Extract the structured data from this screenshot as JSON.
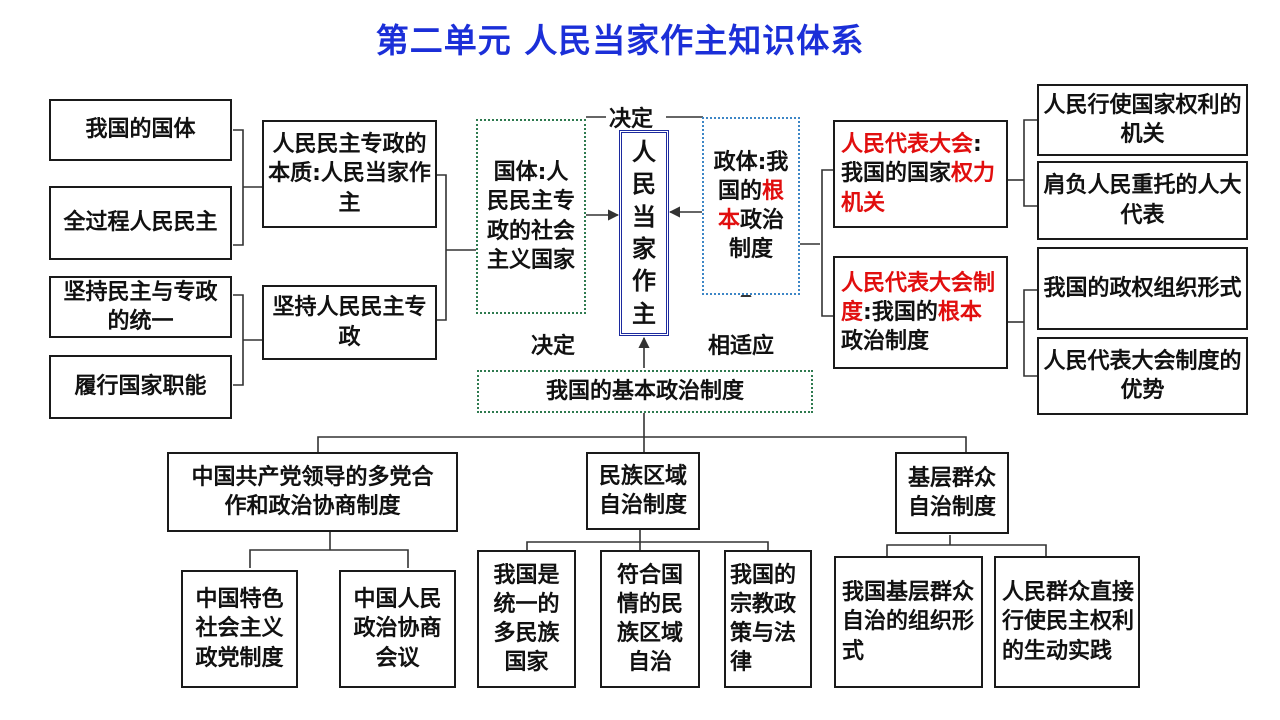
{
  "title": "第二单元 人民当家作主知识体系",
  "left": {
    "outer": [
      "我国的国体",
      "全过程人民民主",
      "坚持民主与专政的统一",
      "履行国家职能"
    ],
    "mid_top": "人民民主专政的本质:人民当家作主",
    "mid_bottom": "坚持人民民主专政"
  },
  "center": {
    "guoti": "国体:人民民主专政的社会主义国家",
    "core": "人民当家作主",
    "zhengti_1": "政体:我国的",
    "zhengti_red": "根本",
    "zhengti_2": "政治制度",
    "label_top_decide": "决定",
    "label_bottom_decide": "决定",
    "label_adapt": "相适应",
    "basic_system": "我国的基本政治制度"
  },
  "right": {
    "npc_red": "人民代表大会",
    "npc_text_1": ":我国的国家",
    "npc_text_red2": "权力机关",
    "npcs_red1": "人民代表大会制度",
    "npcs_text": ":我国的",
    "npcs_red2": "根本",
    "npcs_text2": "政治制度",
    "outer": [
      "人民行使国家权利的机关",
      "肩负人民重托的人大代表",
      "我国的政权组织形式",
      "人民代表大会制度的优势"
    ]
  },
  "bottom": {
    "systems": [
      "中国共产党领导的多党合作和政治协商制度",
      "民族区域自治制度",
      "基层群众自治制度"
    ],
    "cpc_children": [
      "中国特色社会主义政党制度",
      "中国人民政治协商会议"
    ],
    "ethnic_children": [
      "我国是统一的多民族国家",
      "符合国情的民族区域自治",
      "我国的宗教政策与法律"
    ],
    "grassroots_children": [
      "我国基层群众自治的组织形式",
      "人民群众直接行使民主权利的生动实践"
    ]
  }
}
